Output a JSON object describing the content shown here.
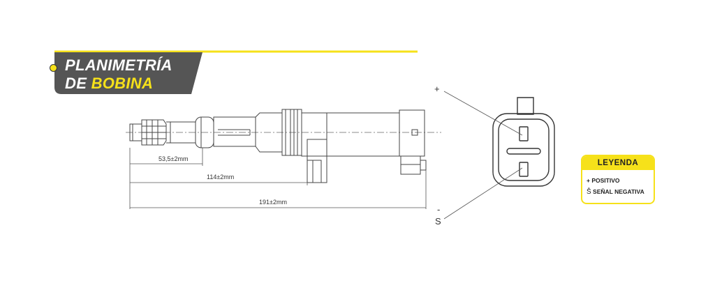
{
  "title": {
    "line1": "PLANIMETRÍA",
    "line2_prefix": "DE ",
    "line2_highlight": "BOBINA"
  },
  "dimensions": {
    "d1": "53,5±2mm",
    "d2": "114±2mm",
    "d3": "191±2mm"
  },
  "connector": {
    "plus_symbol": "+",
    "minus_symbol": "S",
    "minus_bar": "-"
  },
  "legend": {
    "title": "LEYENDA",
    "item1": "+ POSITIVO",
    "item2_symbol": "S",
    "item2_bar": "-",
    "item2_text": "SEÑAL NEGATIVA"
  },
  "colors": {
    "accent": "#f6e11a",
    "banner": "#555555",
    "line": "#444444"
  }
}
